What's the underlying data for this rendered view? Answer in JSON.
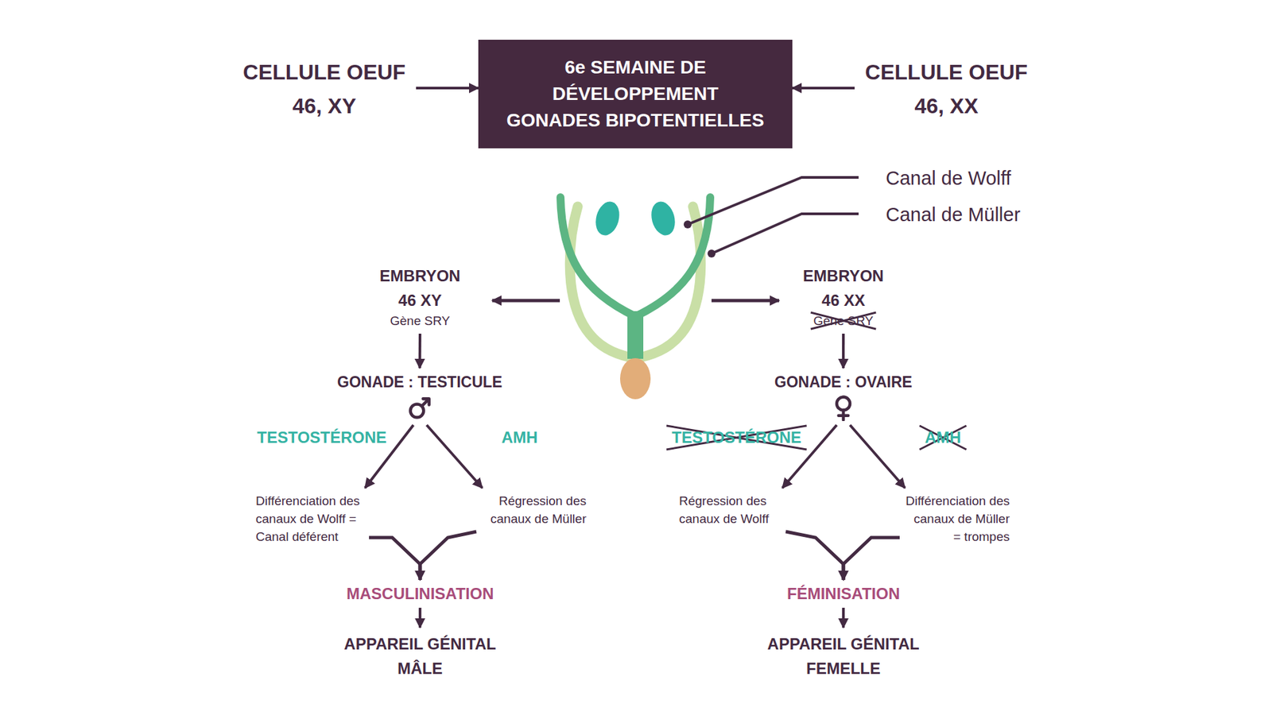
{
  "diagram": {
    "nodes": [
      {
        "text": [
          "CELLULE OEUF 46, XY"
        ]
      },
      {
        "text": [
          "6e SEMAINE DE DÉVELOPPEMENT",
          "GONADES BIPOTENTIELLES"
        ]
      },
      {
        "text": [
          "CELLULE OEUF 46, XX"
        ]
      },
      {
        "text": [
          "EMBRYON 46 XY",
          "Gène SRY"
        ]
      },
      {
        "text": [
          "EMBRYON 46 XX",
          "Gène SRY"
        ]
      },
      {
        "text": [
          "GONADE : TESTICULE"
        ]
      },
      {
        "text": [
          "GONADE : OVAIRE"
        ]
      },
      {
        "text": [
          "Différenciation des canaux de Wolff = Canal déférent"
        ]
      },
      {
        "text": [
          "Régression des canaux de Müller"
        ]
      },
      {
        "text": [
          "Régression des canaux de Wolff"
        ]
      },
      {
        "text": [
          "Différenciation des canaux de Müller = trompes"
        ]
      },
      {
        "text": [
          "MASCULINISATION"
        ]
      },
      {
        "text": [
          "FÉMINISATION"
        ]
      },
      {
        "text": [
          "APPAREIL GÉNITAL MÂLE"
        ]
      },
      {
        "text": [
          "APPAREIL GÉNITAL FEMELLE"
        ]
      }
    ],
    "edges": [
      {
        "from": 0,
        "to": 1,
        "arrow": "to"
      },
      {
        "from": 2,
        "to": 1,
        "arrow": "to"
      },
      {
        "from": 3,
        "to": 5,
        "arrow": "to"
      },
      {
        "from": 4,
        "to": 6,
        "arrow": "to"
      },
      {
        "from": 5,
        "to": 7,
        "label": "TESTOSTÉRONE",
        "arrow": "to"
      },
      {
        "from": 5,
        "to": 8,
        "label": "AMH",
        "arrow": "to"
      },
      {
        "from": 6,
        "to": 9,
        "label": "TESTOSTÉRONE",
        "arrow": "to"
      },
      {
        "from": 6,
        "to": 10,
        "label": "AMH",
        "arrow": "to"
      },
      {
        "from": 7,
        "to": 11,
        "arrow": "to"
      },
      {
        "from": 8,
        "to": 11,
        "arrow": "to"
      },
      {
        "from": 9,
        "to": 12,
        "arrow": "to"
      },
      {
        "from": 10,
        "to": 12,
        "arrow": "to"
      },
      {
        "from": 11,
        "to": 13,
        "arrow": "to"
      },
      {
        "from": 12,
        "to": 14,
        "arrow": "to"
      }
    ],
    "labels": [
      "Canal de Wolff",
      "Canal de Müller"
    ]
  }
}
